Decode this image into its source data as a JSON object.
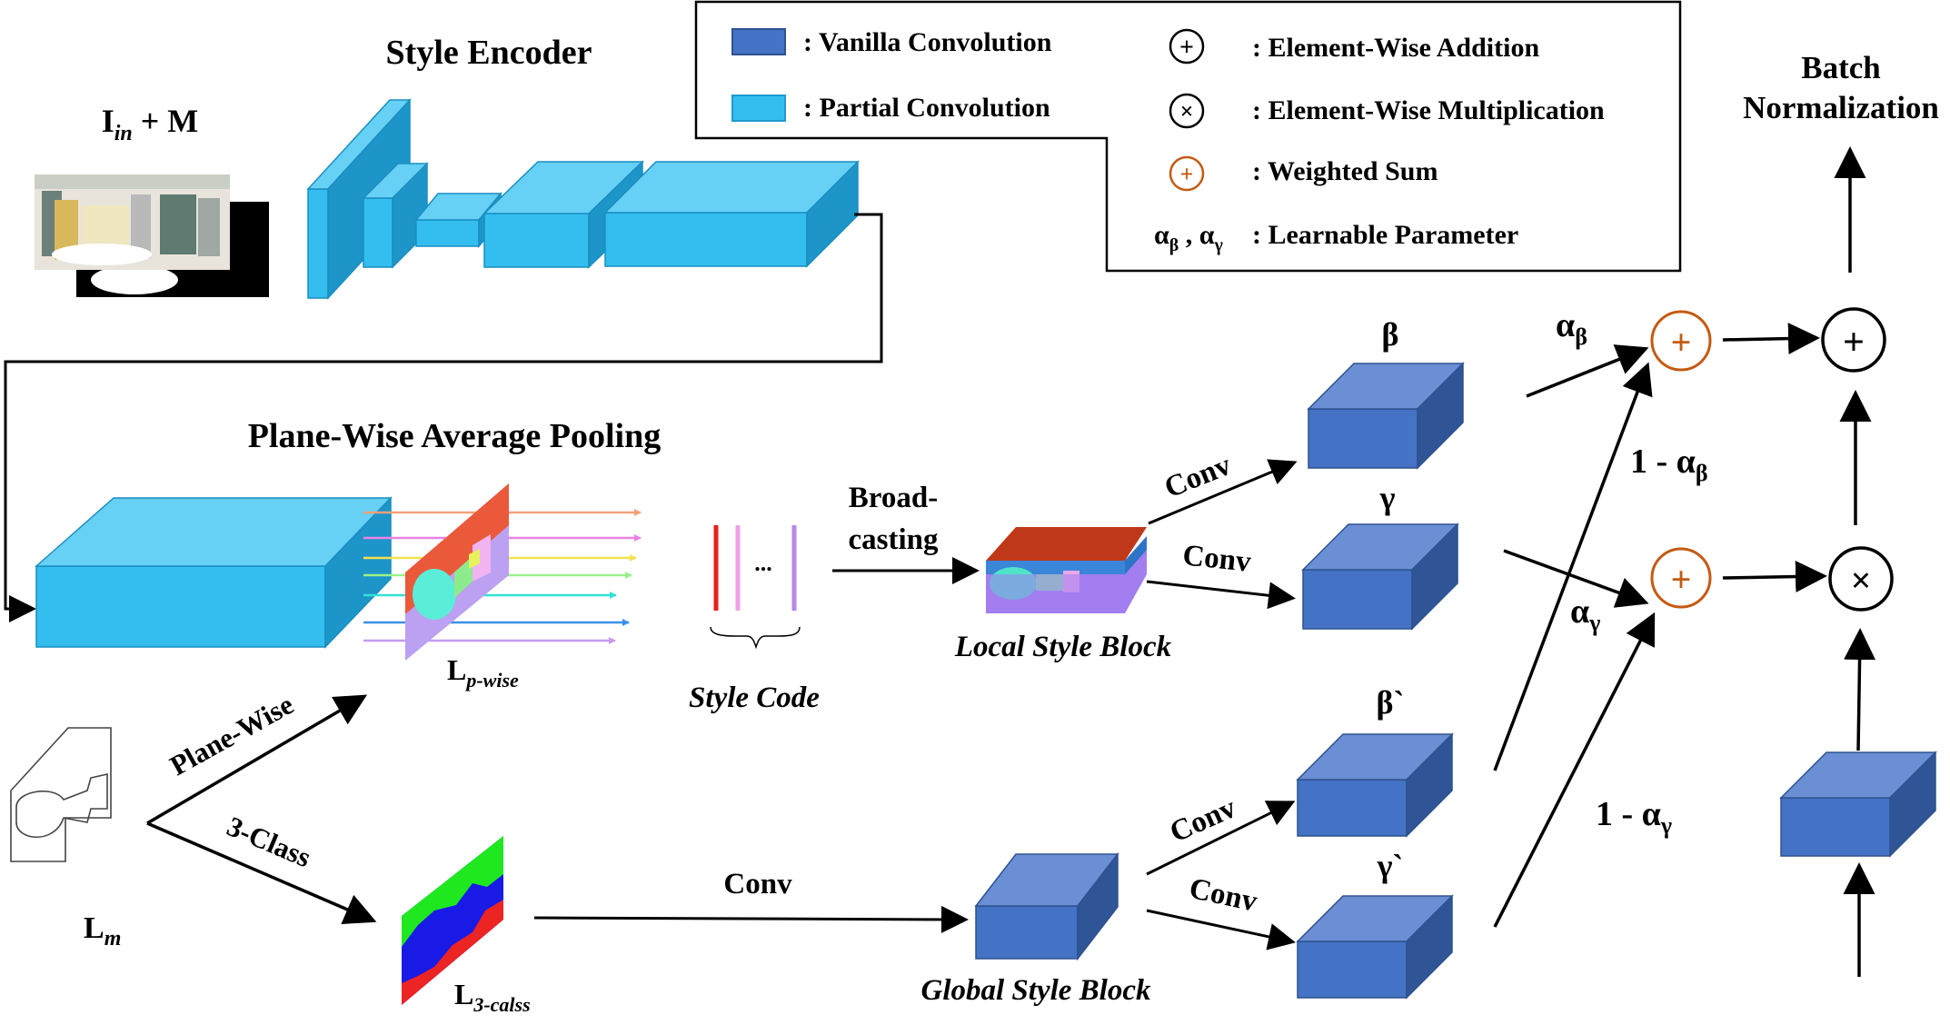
{
  "titles": {
    "style_encoder": "Style Encoder",
    "input": "I",
    "input_sub": "in",
    "input_suffix": " + M",
    "pooling": "Plane-Wise Average Pooling",
    "batch_norm_line1": "Batch",
    "batch_norm_line2": "Normalization"
  },
  "legend": {
    "vanilla": ": Vanilla Convolution",
    "partial": ": Partial Convolution",
    "addition": ": Element-Wise Addition",
    "multiplication": ": Element-Wise  Multiplication",
    "weighted": ": Weighted Sum",
    "alpha_beta_base": "α",
    "alpha_beta_sub": "β",
    "comma": " , ",
    "alpha_gamma_base": "α",
    "alpha_gamma_sub": "γ",
    "learnable": ": Learnable Parameter"
  },
  "labels": {
    "lp_base": "L",
    "lp_sub": "p-wise",
    "l3_base": "L",
    "l3_sub": "3-calss",
    "lm_base": "L",
    "lm_sub": "m",
    "style_code": "Style Code",
    "ellipsis": "...",
    "broad1": "Broad-",
    "broad2": "casting",
    "local_block": "Local Style Block",
    "global_block": "Global Style Block",
    "plane_wise": "Plane-Wise",
    "three_class": "3-Class",
    "conv_main": "Conv",
    "conv_beta": "Conv",
    "conv_gamma": "Conv",
    "conv_beta2": "Conv",
    "conv_gamma2": "Conv",
    "beta": "β",
    "gamma": "γ",
    "beta_prime": "β`",
    "gamma_prime": "γ`",
    "alpha_beta_base": "α",
    "alpha_beta_sub": "β",
    "alpha_gamma_base": "α",
    "alpha_gamma_sub": "γ",
    "one_minus_ab_prefix": "1 - α",
    "one_minus_ab_sub": "β",
    "one_minus_ag_prefix": "1 - α",
    "one_minus_ag_sub": "γ",
    "plus": "+",
    "times": "×"
  },
  "colors": {
    "partial_conv": "#33BEEF",
    "vanilla_conv": "#4472C4",
    "weighted_sum": "#C55A11",
    "line": "#000000"
  }
}
